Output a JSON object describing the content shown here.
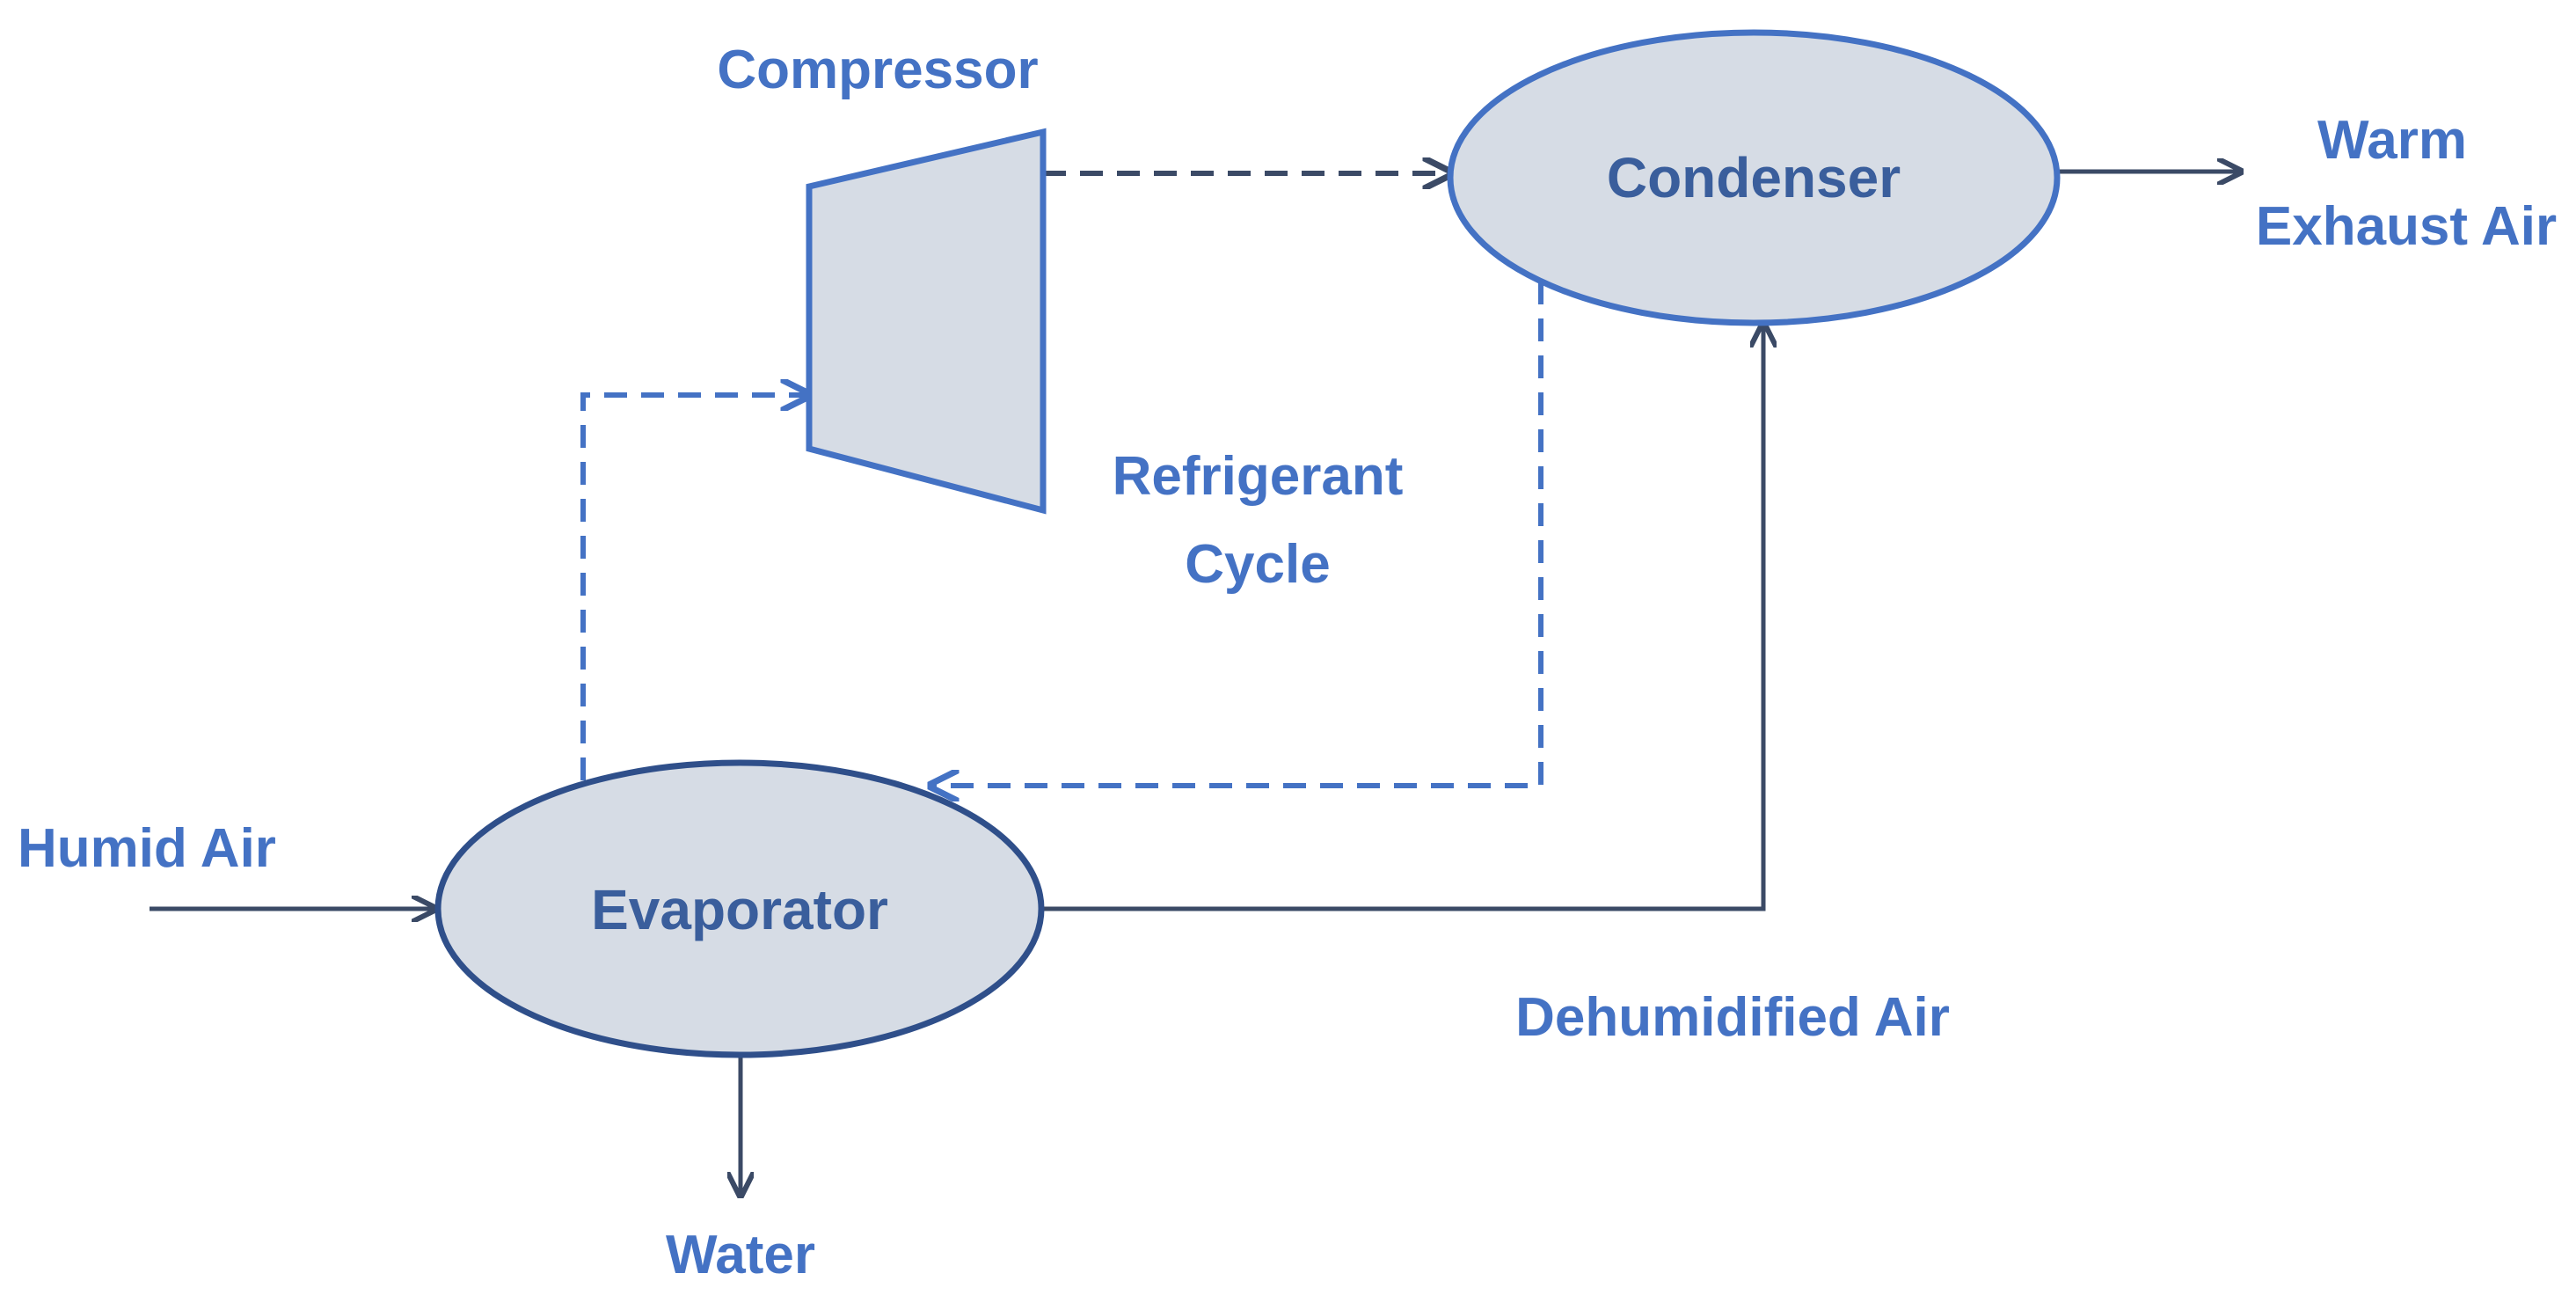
{
  "nodes": {
    "compressor": "Compressor",
    "condenser": "Condenser",
    "evaporator": "Evaporator"
  },
  "labels": {
    "refrigerant_line1": "Refrigerant",
    "refrigerant_line2": "Cycle",
    "warm_line1": "Warm",
    "warm_line2": "Exhaust Air",
    "humid_air": "Humid Air",
    "dehumidified_air": "Dehumidified Air",
    "water": "Water"
  },
  "colors": {
    "label_blue": "#4472c4",
    "shape_fill": "#d6dce5",
    "line_dark": "#3b4a66"
  }
}
